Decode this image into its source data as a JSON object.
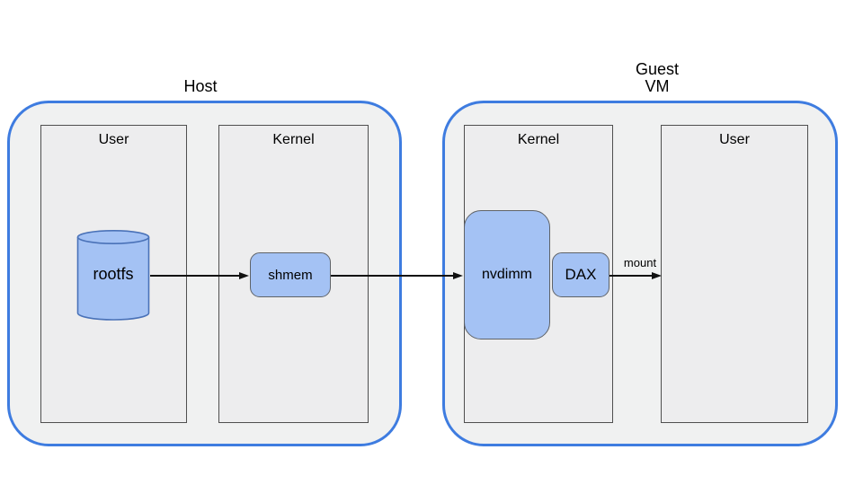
{
  "host": {
    "title": "Host",
    "regions": {
      "user": "User",
      "kernel": "Kernel"
    },
    "nodes": {
      "rootfs": "rootfs",
      "shmem": "shmem"
    }
  },
  "guest": {
    "title": "Guest\nVM",
    "regions": {
      "kernel": "Kernel",
      "user": "User"
    },
    "nodes": {
      "nvdimm": "nvdimm",
      "dax": "DAX"
    }
  },
  "edges": {
    "mount": "mount"
  },
  "colors": {
    "container_border": "#3e7ce0",
    "container_fill": "#f0f1f1",
    "region_fill": "#ededee",
    "region_border": "#4f4f4f",
    "node_fill": "#a4c2f4",
    "node_border": "#5f6368",
    "cylinder_border": "#4a72b8",
    "arrow": "#111111"
  }
}
